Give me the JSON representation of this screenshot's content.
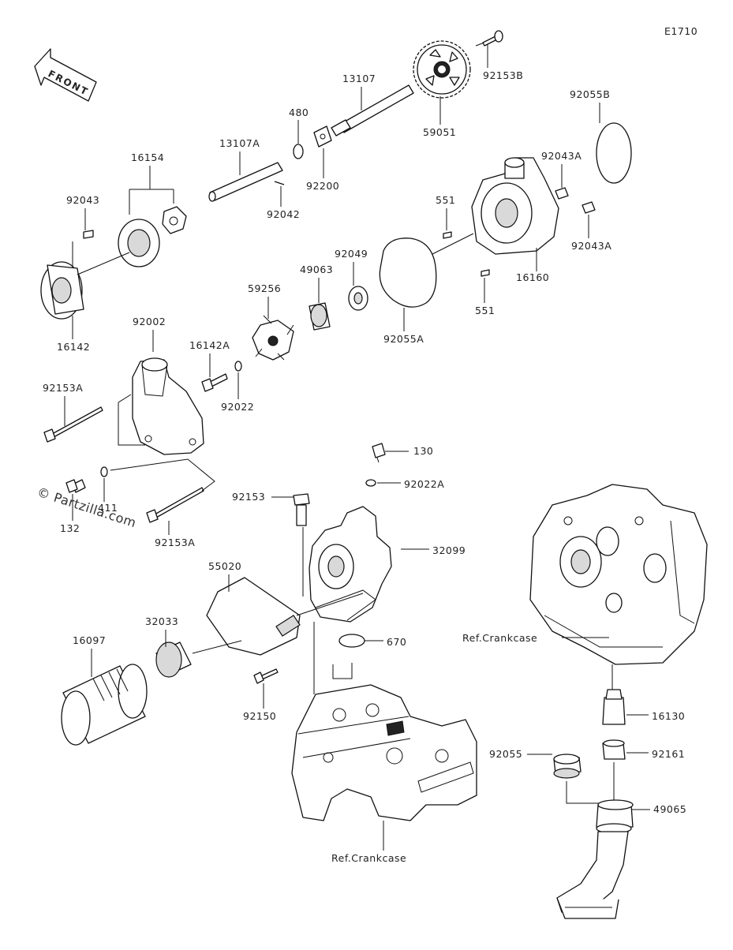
{
  "diagram_code": "E1710",
  "front_label": "FRONT",
  "watermark": "© Partzilla.com",
  "callouts": [
    {
      "id": "c-59051",
      "text": "59051"
    },
    {
      "id": "c-92153b",
      "text": "92153B"
    },
    {
      "id": "c-13107",
      "text": "13107"
    },
    {
      "id": "c-480",
      "text": "480"
    },
    {
      "id": "c-92200",
      "text": "92200"
    },
    {
      "id": "c-13107a",
      "text": "13107A"
    },
    {
      "id": "c-92042",
      "text": "92042"
    },
    {
      "id": "c-16154",
      "text": "16154"
    },
    {
      "id": "c-92043",
      "text": "92043"
    },
    {
      "id": "c-16142",
      "text": "16142"
    },
    {
      "id": "c-92055b",
      "text": "92055B"
    },
    {
      "id": "c-92043a-1",
      "text": "92043A"
    },
    {
      "id": "c-92043a-2",
      "text": "92043A"
    },
    {
      "id": "c-551-1",
      "text": "551"
    },
    {
      "id": "c-551-2",
      "text": "551"
    },
    {
      "id": "c-16160",
      "text": "16160"
    },
    {
      "id": "c-92049",
      "text": "92049"
    },
    {
      "id": "c-49063",
      "text": "49063"
    },
    {
      "id": "c-59256",
      "text": "59256"
    },
    {
      "id": "c-92055a",
      "text": "92055A"
    },
    {
      "id": "c-16142a",
      "text": "16142A"
    },
    {
      "id": "c-92002",
      "text": "92002"
    },
    {
      "id": "c-92022",
      "text": "92022"
    },
    {
      "id": "c-92153a-1",
      "text": "92153A"
    },
    {
      "id": "c-92153a-2",
      "text": "92153A"
    },
    {
      "id": "c-132",
      "text": "132"
    },
    {
      "id": "c-411",
      "text": "411"
    },
    {
      "id": "c-130",
      "text": "130"
    },
    {
      "id": "c-92022a",
      "text": "92022A"
    },
    {
      "id": "c-92153",
      "text": "92153"
    },
    {
      "id": "c-32099",
      "text": "32099"
    },
    {
      "id": "c-55020",
      "text": "55020"
    },
    {
      "id": "c-32033",
      "text": "32033"
    },
    {
      "id": "c-16097",
      "text": "16097"
    },
    {
      "id": "c-670",
      "text": "670"
    },
    {
      "id": "c-92150",
      "text": "92150"
    },
    {
      "id": "c-ref-crankcase-1",
      "text": "Ref.Crankcase"
    },
    {
      "id": "c-ref-crankcase-2",
      "text": "Ref.Crankcase"
    },
    {
      "id": "c-16130",
      "text": "16130"
    },
    {
      "id": "c-92161",
      "text": "92161"
    },
    {
      "id": "c-92055",
      "text": "92055"
    },
    {
      "id": "c-49065",
      "text": "49065"
    }
  ]
}
